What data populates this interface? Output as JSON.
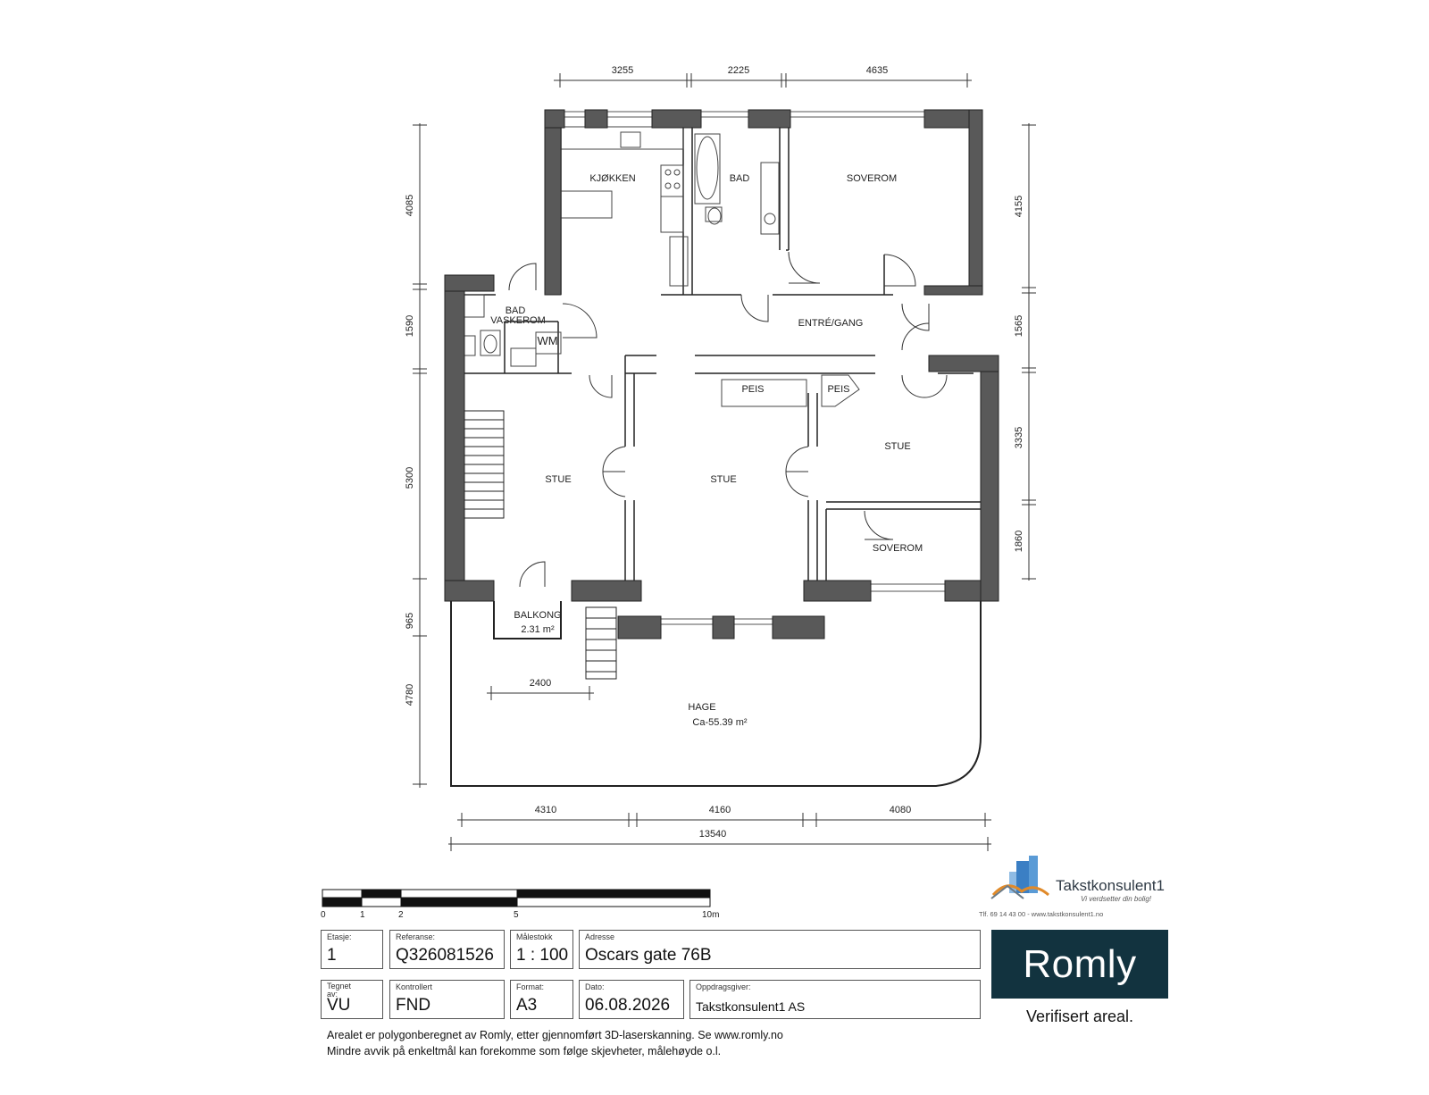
{
  "rooms": {
    "kjokken": "KJØKKEN",
    "bad_top": "BAD",
    "soverom_top": "SOVEROM",
    "bad_small": "BAD",
    "vaskerom": "VASKEROM",
    "wm": "WM",
    "entre": "ENTRÉ/GANG",
    "peis1": "PEIS",
    "peis2": "PEIS",
    "stue_left": "STUE",
    "stue_mid": "STUE",
    "stue_right": "STUE",
    "soverom_right": "SOVEROM",
    "balkong": "BALKONG",
    "balkong_area": "2.31 m²",
    "hage": "HAGE",
    "hage_area": "Ca-55.39 m²"
  },
  "dimensions": {
    "top": [
      "3255",
      "2225",
      "4635"
    ],
    "left": [
      "4085",
      "1590",
      "5300",
      "965",
      "4780"
    ],
    "right": [
      "4155",
      "1565",
      "3335",
      "1860"
    ],
    "bottom": [
      "4310",
      "4160",
      "4080"
    ],
    "total": "13540",
    "inner": "2400"
  },
  "scale_bar": {
    "labels": [
      "0",
      "1",
      "2",
      "5",
      "10m"
    ]
  },
  "title_block": {
    "etasje_label": "Etasje:",
    "etasje": "1",
    "referanse_label": "Referanse:",
    "referanse": "Q326081526",
    "malestokk_label": "Målestokk",
    "malestokk": "1 : 100",
    "adresse_label": "Adresse",
    "adresse": "Oscars gate 76B",
    "tegnet_label": "Tegnet av:",
    "tegnet": "VU",
    "kontrollert_label": "Kontrollert",
    "kontrollert": "FND",
    "format_label": "Format:",
    "format": "A3",
    "dato_label": "Dato:",
    "dato": "06.08.2026",
    "oppdrag_label": "Oppdragsgiver:",
    "oppdrag": "Takstkonsulent1 AS"
  },
  "footer": {
    "line1": "Arealet er polygonberegnet av Romly, etter gjennomført 3D-laserskanning. Se www.romly.no",
    "line2": "Mindre avvik på enkeltmål kan forekomme som følge skjevheter, målehøyde o.l."
  },
  "logo": {
    "name": "Takstkonsulent1",
    "tagline": "Vi verdsetter din bolig!",
    "contact": "Tlf. 69 14 43 00 - www.takstkonsulent1.no"
  },
  "brand": {
    "name": "Romly",
    "tagline": "Verifisert areal.",
    "color": "#12333f"
  },
  "colors": {
    "wall": "#595959"
  }
}
